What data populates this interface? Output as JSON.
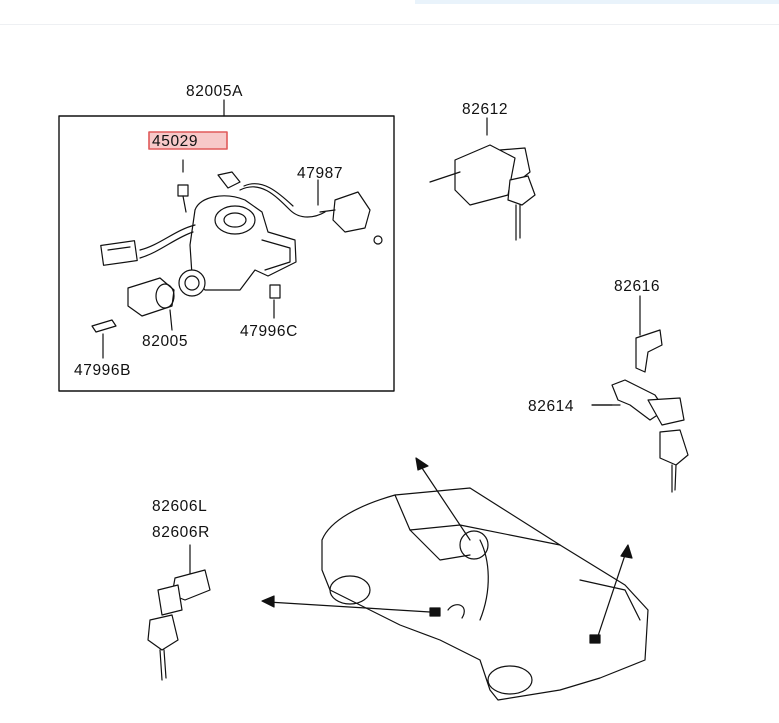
{
  "diagram": {
    "labels": {
      "ignition_assy": "82005A",
      "highlighted_part": "45029",
      "part_47987": "47987",
      "lock_cylinder": "82005",
      "screw_c": "47996C",
      "screw_b": "47996B",
      "part_82612": "82612",
      "part_82616": "82616",
      "part_82614": "82614",
      "door_lock_l": "82606L",
      "door_lock_r": "82606R"
    },
    "highlight_color": "#e05a5a",
    "highlight_fill": "#f7c9c9"
  }
}
